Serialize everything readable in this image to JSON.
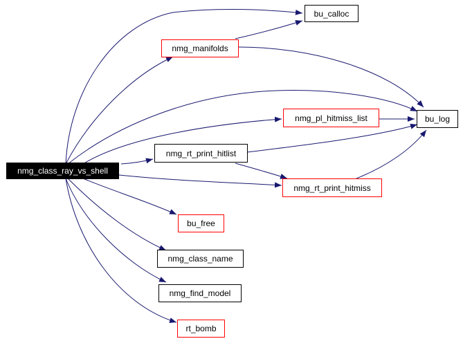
{
  "colors": {
    "edge": "#191970",
    "root_bg": "#000000",
    "root_text": "#ffffff",
    "linked_border": "#ff0000",
    "plain_border": "#000000"
  },
  "root": {
    "label": "nmg_class_ray_vs_shell"
  },
  "nodes": {
    "bu_calloc": {
      "label": "bu_calloc"
    },
    "nmg_manifolds": {
      "label": "nmg_manifolds"
    },
    "bu_log": {
      "label": "bu_log"
    },
    "nmg_pl_hitmiss_list": {
      "label": "nmg_pl_hitmiss_list"
    },
    "nmg_rt_print_hitlist": {
      "label": "nmg_rt_print_hitlist"
    },
    "nmg_rt_print_hitmiss": {
      "label": "nmg_rt_print_hitmiss"
    },
    "bu_free": {
      "label": "bu_free"
    },
    "nmg_class_name": {
      "label": "nmg_class_name"
    },
    "nmg_find_model": {
      "label": "nmg_find_model"
    },
    "rt_bomb": {
      "label": "rt_bomb"
    }
  },
  "edges": [
    [
      "root",
      "bu_calloc"
    ],
    [
      "root",
      "nmg_manifolds"
    ],
    [
      "root",
      "bu_log"
    ],
    [
      "root",
      "nmg_pl_hitmiss_list"
    ],
    [
      "root",
      "nmg_rt_print_hitlist"
    ],
    [
      "root",
      "nmg_rt_print_hitmiss"
    ],
    [
      "root",
      "bu_free"
    ],
    [
      "root",
      "nmg_class_name"
    ],
    [
      "root",
      "nmg_find_model"
    ],
    [
      "root",
      "rt_bomb"
    ],
    [
      "nmg_manifolds",
      "bu_calloc"
    ],
    [
      "nmg_manifolds",
      "bu_log"
    ],
    [
      "nmg_pl_hitmiss_list",
      "bu_log"
    ],
    [
      "nmg_rt_print_hitlist",
      "bu_log"
    ],
    [
      "nmg_rt_print_hitlist",
      "nmg_rt_print_hitmiss"
    ],
    [
      "nmg_rt_print_hitmiss",
      "bu_log"
    ]
  ]
}
